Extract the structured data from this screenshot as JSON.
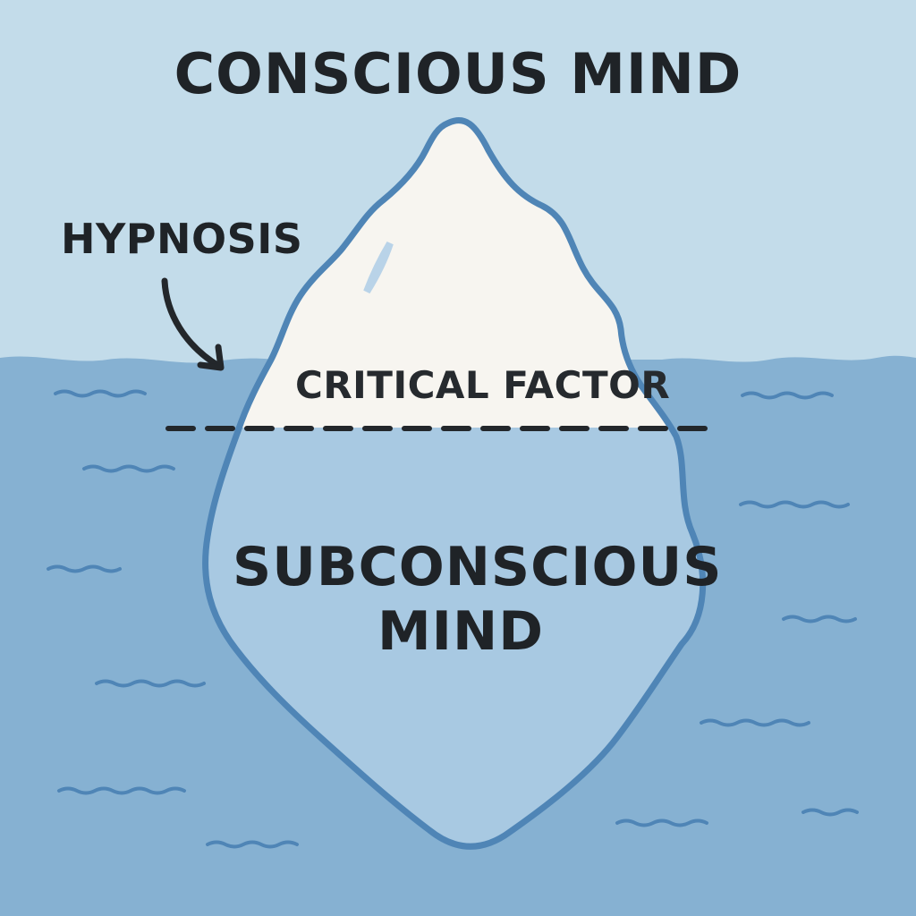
{
  "diagram": {
    "top_label": "CONSCIOUS MIND",
    "side_label": "HYPNOSIS",
    "waterline_label": "CRITICAL FACTOR",
    "bottom_label_line1": "SUBCONSCIOUS",
    "bottom_label_line2": "MIND"
  },
  "colors": {
    "sky": "#c3dcea",
    "water": "#86b1d2",
    "iceberg_above": "#f7f5f0",
    "iceberg_below": "#a8c9e2",
    "outline": "#4f85b6",
    "wave": "#4f85b6",
    "text": "#1f2327"
  },
  "icons": [
    "arrow-icon",
    "wave-icon",
    "dashed-line"
  ]
}
